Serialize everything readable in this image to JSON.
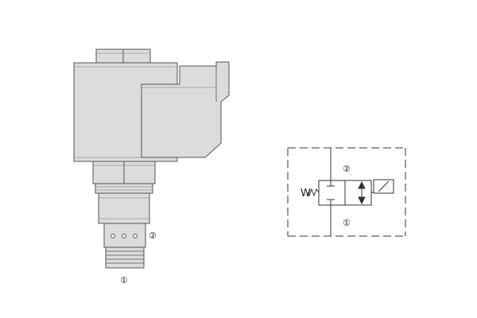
{
  "valve_drawing": {
    "port_upper_label": "②",
    "port_lower_label": "①"
  },
  "symbol": {
    "port_upper_label": "②",
    "port_lower_label": "①",
    "spring_label": "W"
  },
  "colors": {
    "body_fill": "#dcdcdc",
    "body_stroke": "#555555",
    "line": "#333333"
  }
}
